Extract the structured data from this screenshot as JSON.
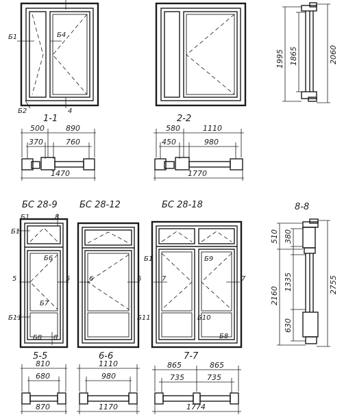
{
  "views": {
    "w1": {
      "title": "1-1",
      "marks": {
        "b1": "Б1",
        "b4": "Б4",
        "b2": "Б2",
        "n4": "4"
      }
    },
    "w2": {
      "title": "2-2"
    },
    "d9": {
      "title": "БС 28-9",
      "section": "5-5",
      "marks": {
        "b1": "Б1",
        "n8": "8",
        "b1b": "Б1",
        "b6": "Б6",
        "n5l": "5",
        "n5r": "5",
        "b7": "Б7",
        "b11": "Б11",
        "b8": "Б8",
        "n8b": "8"
      }
    },
    "d12": {
      "title": "БС 28-12",
      "section": "6-6",
      "marks": {
        "n6l": "6",
        "n6r": "6"
      }
    },
    "d18": {
      "title": "БС 28-18",
      "section": "7-7",
      "marks": {
        "b1": "Б1",
        "b9": "Б9",
        "n7l": "7",
        "n7r": "7",
        "b11": "Б11",
        "b10": "Б10",
        "b8": "Б8"
      }
    },
    "s8": {
      "title": "8-8"
    }
  },
  "dims": {
    "w1": {
      "top1": "500",
      "top2": "890",
      "mid1": "370",
      "mid2": "760",
      "total": "1470"
    },
    "w2": {
      "top1": "580",
      "top2": "1110",
      "mid1": "450",
      "mid2": "980",
      "total": "1770"
    },
    "sideTop": {
      "v1": "1995",
      "v2": "1865",
      "v3": "2060"
    },
    "d9": {
      "top": "810",
      "mid": "680",
      "total": "870"
    },
    "d12": {
      "top": "1110",
      "mid": "980",
      "total": "1170"
    },
    "d18": {
      "top1": "865",
      "top2": "865",
      "mid1": "735",
      "mid2": "735",
      "total": "1774"
    },
    "s8": {
      "v1": "510",
      "v2": "380",
      "v3": "2160",
      "v4": "1335",
      "v5": "630",
      "v6": "2755"
    }
  }
}
